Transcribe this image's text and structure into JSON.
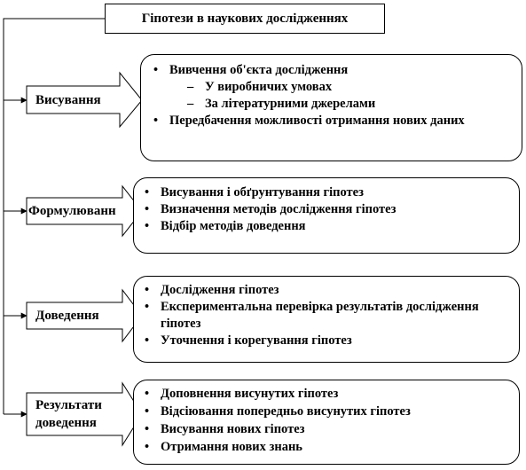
{
  "title": "Гіпотези в наукових дослідженнях",
  "stages": [
    {
      "label": "Висування",
      "items": [
        {
          "kind": "bullet",
          "text": "Вивчення об'єкта дослідження"
        },
        {
          "kind": "dash",
          "text": "У виробничих умовах"
        },
        {
          "kind": "dash",
          "text": "За літературними джерелами"
        },
        {
          "kind": "bullet",
          "text": "Передбачення можливості отримання нових даних"
        }
      ]
    },
    {
      "label": "Формулюванн",
      "items": [
        {
          "kind": "bullet",
          "text": "Висування і обґрунтування гіпотез"
        },
        {
          "kind": "bullet",
          "text": "Визначення методів дослідження гіпотез"
        },
        {
          "kind": "bullet",
          "text": "Відбір методів доведення"
        }
      ]
    },
    {
      "label": "Доведення",
      "items": [
        {
          "kind": "bullet",
          "text": "Дослідження гіпотез"
        },
        {
          "kind": "bullet",
          "text": "Експериментальна перевірка результатів дослідження гіпотез"
        },
        {
          "kind": "bullet",
          "text": "Уточнення і корегування гіпотез"
        }
      ]
    },
    {
      "label": "Результати доведення",
      "items": [
        {
          "kind": "bullet",
          "text": "Доповнення висунутих гіпотез"
        },
        {
          "kind": "bullet",
          "text": "Відсіювання попередньо висунутих гіпотез"
        },
        {
          "kind": "bullet",
          "text": "Висування нових гіпотез"
        },
        {
          "kind": "bullet",
          "text": "Отримання нових знань"
        }
      ]
    }
  ]
}
